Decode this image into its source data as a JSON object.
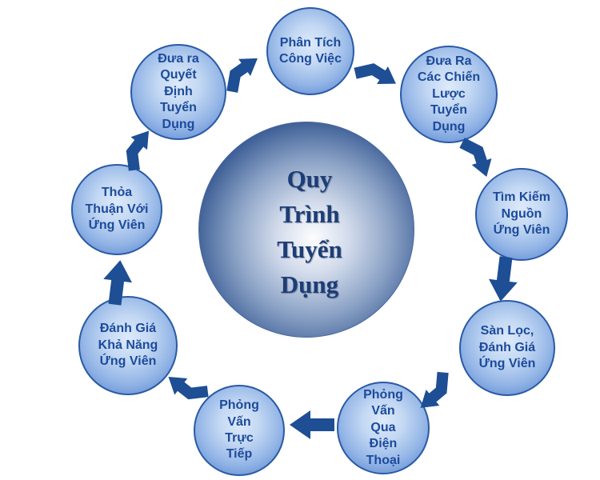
{
  "diagram": {
    "center": {
      "label": "Quy\nTrình\nTuyển\nDụng"
    },
    "nodes": [
      {
        "name": "phan-tich-cong-viec",
        "label": "Phân Tích\nCông Việc"
      },
      {
        "name": "chien-luoc-tuyen-dung",
        "label": "Đưa Ra\nCác Chiến\nLược\nTuyển\nDụng"
      },
      {
        "name": "tim-kiem-nguon-ung-vien",
        "label": "Tìm Kiếm\nNguồn\nỨng Viên"
      },
      {
        "name": "san-loc-danh-gia-ung-vien",
        "label": "Sàn Lọc,\nĐánh Giá\nỨng Viên"
      },
      {
        "name": "phong-van-qua-dien-thoai",
        "label": "Phỏng\nVấn\nQua\nĐiện\nThoại"
      },
      {
        "name": "phong-van-truc-tiep",
        "label": "Phỏng\nVấn\nTrực\nTiếp"
      },
      {
        "name": "danh-gia-kha-nang-ung-vien",
        "label": "Đánh Giá\nKhả Năng\nỨng Viên"
      },
      {
        "name": "thoa-thuan-voi-ung-vien",
        "label": "Thỏa\nThuận Với\nỨng Viên"
      },
      {
        "name": "dua-ra-quyet-dinh-tuyen-dung",
        "label": "Đưa ra\nQuyết\nĐịnh\nTuyển\nDụng"
      }
    ],
    "colors": {
      "arrow": "#1e4e94",
      "node_border": "#2a5aa5",
      "node_fill_light": "#ddeafa",
      "node_fill_dark": "#4f7ec9",
      "node_text": "#1c4a9c",
      "center_fill_light": "#fdfdfe",
      "center_fill_dark": "#1f4279",
      "center_text": "#1d3d76",
      "background": "#ffffff"
    }
  }
}
